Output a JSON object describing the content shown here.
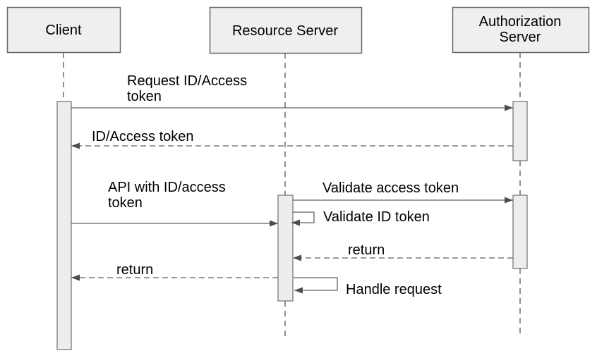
{
  "diagram_type": "sequence-diagram",
  "actors": [
    {
      "id": "client",
      "label": "Client"
    },
    {
      "id": "resource-server",
      "label": "Resource Server"
    },
    {
      "id": "authorization-server",
      "label": "Authorization Server",
      "label_lines": [
        "Authorization",
        "Server"
      ]
    }
  ],
  "messages": [
    {
      "label": "Request ID/Access token",
      "label_lines": [
        "Request ID/Access",
        "token"
      ],
      "from": "Client",
      "to": "Authorization Server",
      "style": "solid"
    },
    {
      "label": "ID/Access token",
      "from": "Authorization Server",
      "to": "Client",
      "style": "dashed-return"
    },
    {
      "label": "API with ID/access token",
      "label_lines": [
        "API with ID/access",
        "token"
      ],
      "from": "Client",
      "to": "Resource Server",
      "style": "solid"
    },
    {
      "label": "Validate access token",
      "from": "Resource Server",
      "to": "Authorization Server",
      "style": "solid"
    },
    {
      "label": "Validate ID token",
      "from": "Resource Server",
      "to": "Resource Server",
      "style": "self"
    },
    {
      "label": "return",
      "from": "Authorization Server",
      "to": "Resource Server",
      "style": "dashed-return"
    },
    {
      "label": "return",
      "from": "Resource Server",
      "to": "Client",
      "style": "dashed-return"
    },
    {
      "label": "Handle request",
      "from": "Resource Server",
      "to": "Resource Server",
      "style": "self"
    }
  ],
  "colors": {
    "background": "#ffffff",
    "box_fill": "#efefef",
    "box_border": "#666666",
    "bar_fill": "#ededed",
    "bar_border": "#7a7a7a",
    "line": "#616161",
    "arrowhead": "#4d4d4d",
    "text": "#000000"
  }
}
